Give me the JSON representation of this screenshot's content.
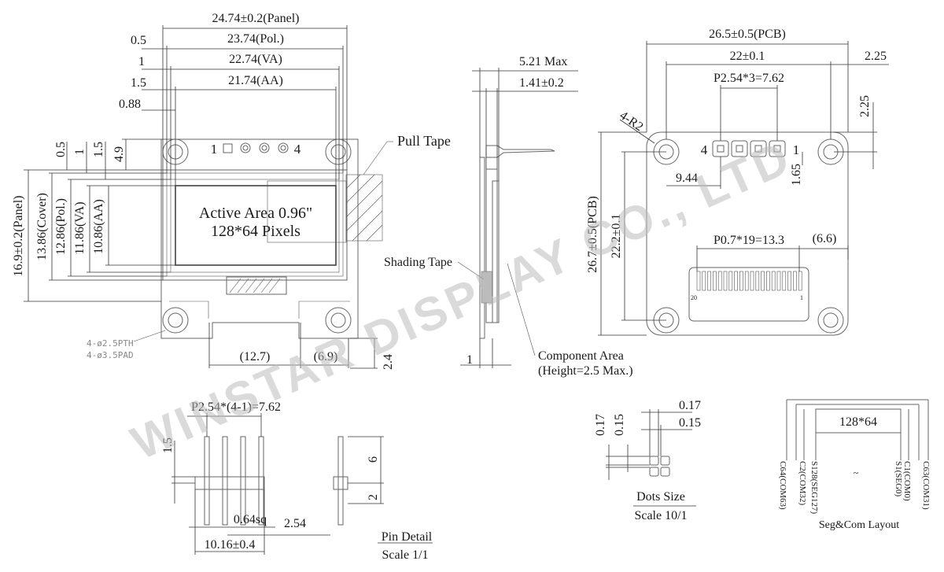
{
  "front": {
    "panel_width": "24.74±0.2(Panel)",
    "pol_width": "23.74(Pol.)",
    "va_width": "22.74(VA)",
    "aa_width": "21.74(AA)",
    "off_05": "0.5",
    "off_1": "1",
    "off_15": "1.5",
    "off_088": "0.88",
    "v_off_05": "0.5",
    "v_off_1": "1",
    "v_off_15": "1.5",
    "v_off_49": "4.9",
    "panel_height": "16.9±0.2(Panel)",
    "cover_height": "13.86(Cover)",
    "pol_height": "12.86(Pol.)",
    "va_height": "11.86(VA)",
    "aa_height": "10.86(AA)",
    "active_line1": "Active Area 0.96\"",
    "active_line2": "128*64 Pixels",
    "pin_first": "1",
    "pin_last": "4",
    "holes_pth": "4-ø2.5PTH",
    "holes_pad": "4-ø3.5PAD",
    "bottom_127": "(12.7)",
    "bottom_69": "(6.9)",
    "bottom_24": "2.4"
  },
  "side": {
    "max_thick": "5.21 Max",
    "thick": "1.41±0.2",
    "pull_tape": "Pull Tape",
    "shading_tape": "Shading Tape",
    "component_area_1": "Component Area",
    "component_area_2": "(Height=2.5 Max.)",
    "bottom_1": "1"
  },
  "back": {
    "pcb_width": "26.5±0.5(PCB)",
    "hole_span": "22±0.1",
    "edge_225_h": "2.25",
    "edge_225_v": "2.25",
    "pin_pitch": "P2.54*3=7.62",
    "radius": "4-R2",
    "pin_4": "4",
    "pin_1": "1",
    "offset_944": "9.44",
    "offset_165": "1.65",
    "pcb_height": "26.7±0.5(PCB)",
    "hole_vspan": "22.2±0.1",
    "fpc_pitch": "P0.7*19=13.3",
    "fpc_edge": "(6.6)",
    "fpc_20": "20",
    "fpc_1": "1"
  },
  "pin_detail": {
    "pitch": "P2.54*(4-1)=7.62",
    "height_15": "1.5",
    "pin_size": "0.64sq",
    "spacing": "2.54",
    "width": "10.16±0.4",
    "len_6": "6",
    "len_2": "2",
    "title": "Pin Detail",
    "scale": "Scale 1/1"
  },
  "dots": {
    "h_017": "0.17",
    "h_015": "0.15",
    "w_017": "0.17",
    "w_015": "0.15",
    "title": "Dots Size",
    "scale": "Scale 10/1"
  },
  "segcom": {
    "res": "128*64",
    "c64": "C64(COM63)",
    "c2": "C2(COM32)",
    "s128": "S128(SEG127)",
    "s1": "S1(SEG0)",
    "c1": "C1(COM0)",
    "c63": "C63(COM31)",
    "tilde": "~",
    "title": "Seg&Com Layout"
  },
  "watermark": "WINSTAR DISPLAY CO., LTD"
}
